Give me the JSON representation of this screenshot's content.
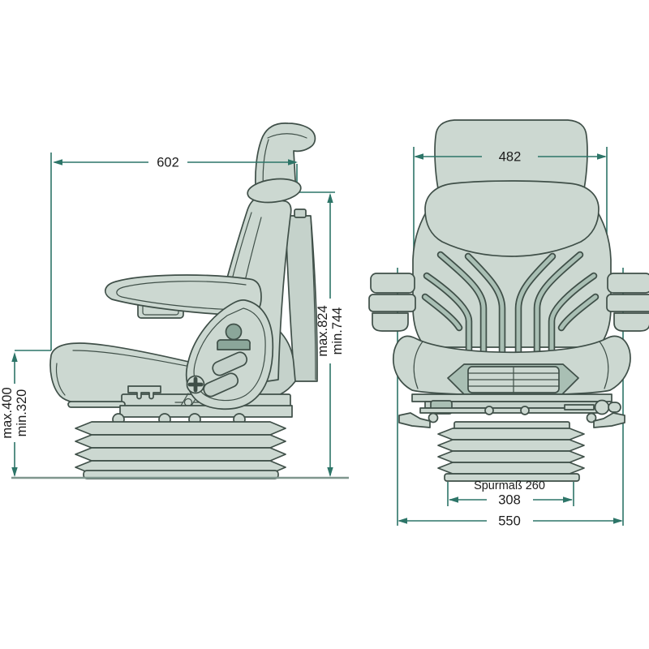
{
  "diagram": {
    "kind": "technical-drawing",
    "subject": "suspension seat, side view and front view with dimensions (mm)",
    "colors": {
      "background": "#ffffff",
      "seat_fill": "#ccd8d1",
      "seat_fill_shaded": "#c5d2cb",
      "seat_fill_dark": "#a9bfb4",
      "knob_fill": "#8ba69a",
      "outline": "#3f4f48",
      "dimension_line": "#2d7568",
      "ground_line": "#7f968e",
      "text": "#1c1c1c"
    },
    "side_view": {
      "width": "602",
      "height_max": "max.824",
      "height_min": "min.744",
      "suspension_max": "max.400",
      "suspension_min": "min.320"
    },
    "front_view": {
      "headrest_width": "482",
      "track_label": "Spurmaß 260",
      "rail_width": "308",
      "overall_width": "550"
    }
  }
}
